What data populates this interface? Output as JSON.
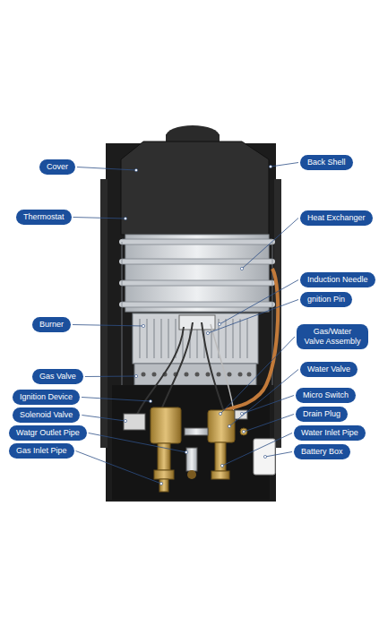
{
  "diagram": {
    "nodes": [
      {
        "text": [
          "Cover"
        ]
      },
      {
        "text": [
          "Thermostat"
        ]
      },
      {
        "text": [
          "Burner"
        ]
      },
      {
        "text": [
          "Gas Valve"
        ]
      },
      {
        "text": [
          "Ignition Device"
        ]
      },
      {
        "text": [
          "Solenoid Valve"
        ]
      },
      {
        "text": [
          "Watgr Outlet Pipe"
        ]
      },
      {
        "text": [
          "Gas Inlet Pipe"
        ]
      },
      {
        "text": [
          "Back Shell"
        ]
      },
      {
        "text": [
          "Heat Exchanger"
        ]
      },
      {
        "text": [
          "Induction Needle"
        ]
      },
      {
        "text": [
          "gnition Pin"
        ]
      },
      {
        "text": [
          "Gas/Water Valve Assembly"
        ]
      },
      {
        "text": [
          "Water Valve"
        ]
      },
      {
        "text": [
          "Micro Switch"
        ]
      },
      {
        "text": [
          "Drain Plug"
        ]
      },
      {
        "text": [
          "Water Inlet Pipe"
        ]
      },
      {
        "text": [
          "Battery Box"
        ]
      }
    ]
  }
}
